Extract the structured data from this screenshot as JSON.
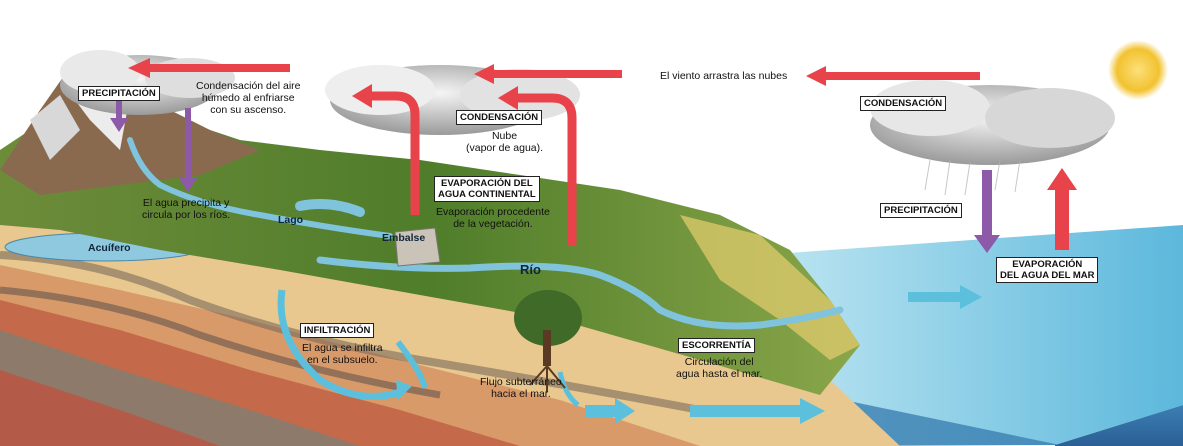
{
  "diagram": {
    "labels": {
      "wind": "El viento arrastra las nubes",
      "condensation_air_1": "Condensación del aire",
      "condensation_air_2": "húmedo al enfriarse",
      "condensation_air_3": "con su ascenso.",
      "precip_rain_1": "El agua precipita y",
      "precip_rain_2": "circula por los ríos.",
      "cloud_1": "Nube",
      "cloud_2": "(vapor de agua).",
      "evap_veg_1": "Evaporación procedente",
      "evap_veg_2": "de la vegetación.",
      "infiltration_1": "El agua se infiltra",
      "infiltration_2": "en el subsuelo.",
      "underground_1": "Flujo subterráneo",
      "underground_2": "hacia el mar.",
      "runoff_1": "Circulación del",
      "runoff_2": "agua hasta el mar."
    },
    "boxes": {
      "precipitacion_left": "PRECIPITACIÓN",
      "condensacion_mid": "CONDENSACIÓN",
      "evap_continental_1": "EVAPORACIÓN DEL",
      "evap_continental_2": "AGUA CONTINENTAL",
      "condensacion_right": "CONDENSACIÓN",
      "precipitacion_right": "PRECIPITACIÓN",
      "evap_sea_1": "EVAPORACIÓN",
      "evap_sea_2": "DEL AGUA DEL MAR",
      "infiltracion": "INFILTRACIÓN",
      "escorrentia": "ESCORRENTÍA"
    },
    "places": {
      "lago": "Lago",
      "embalse": "Embalse",
      "acuifero": "Acuífero",
      "rio": "Río"
    },
    "colors": {
      "arrow_red": "#e8424a",
      "arrow_purple": "#8c5aa8",
      "arrow_blue": "#5cc0dc",
      "sea": "#5cb8dc",
      "sun": "#f2c230"
    }
  }
}
